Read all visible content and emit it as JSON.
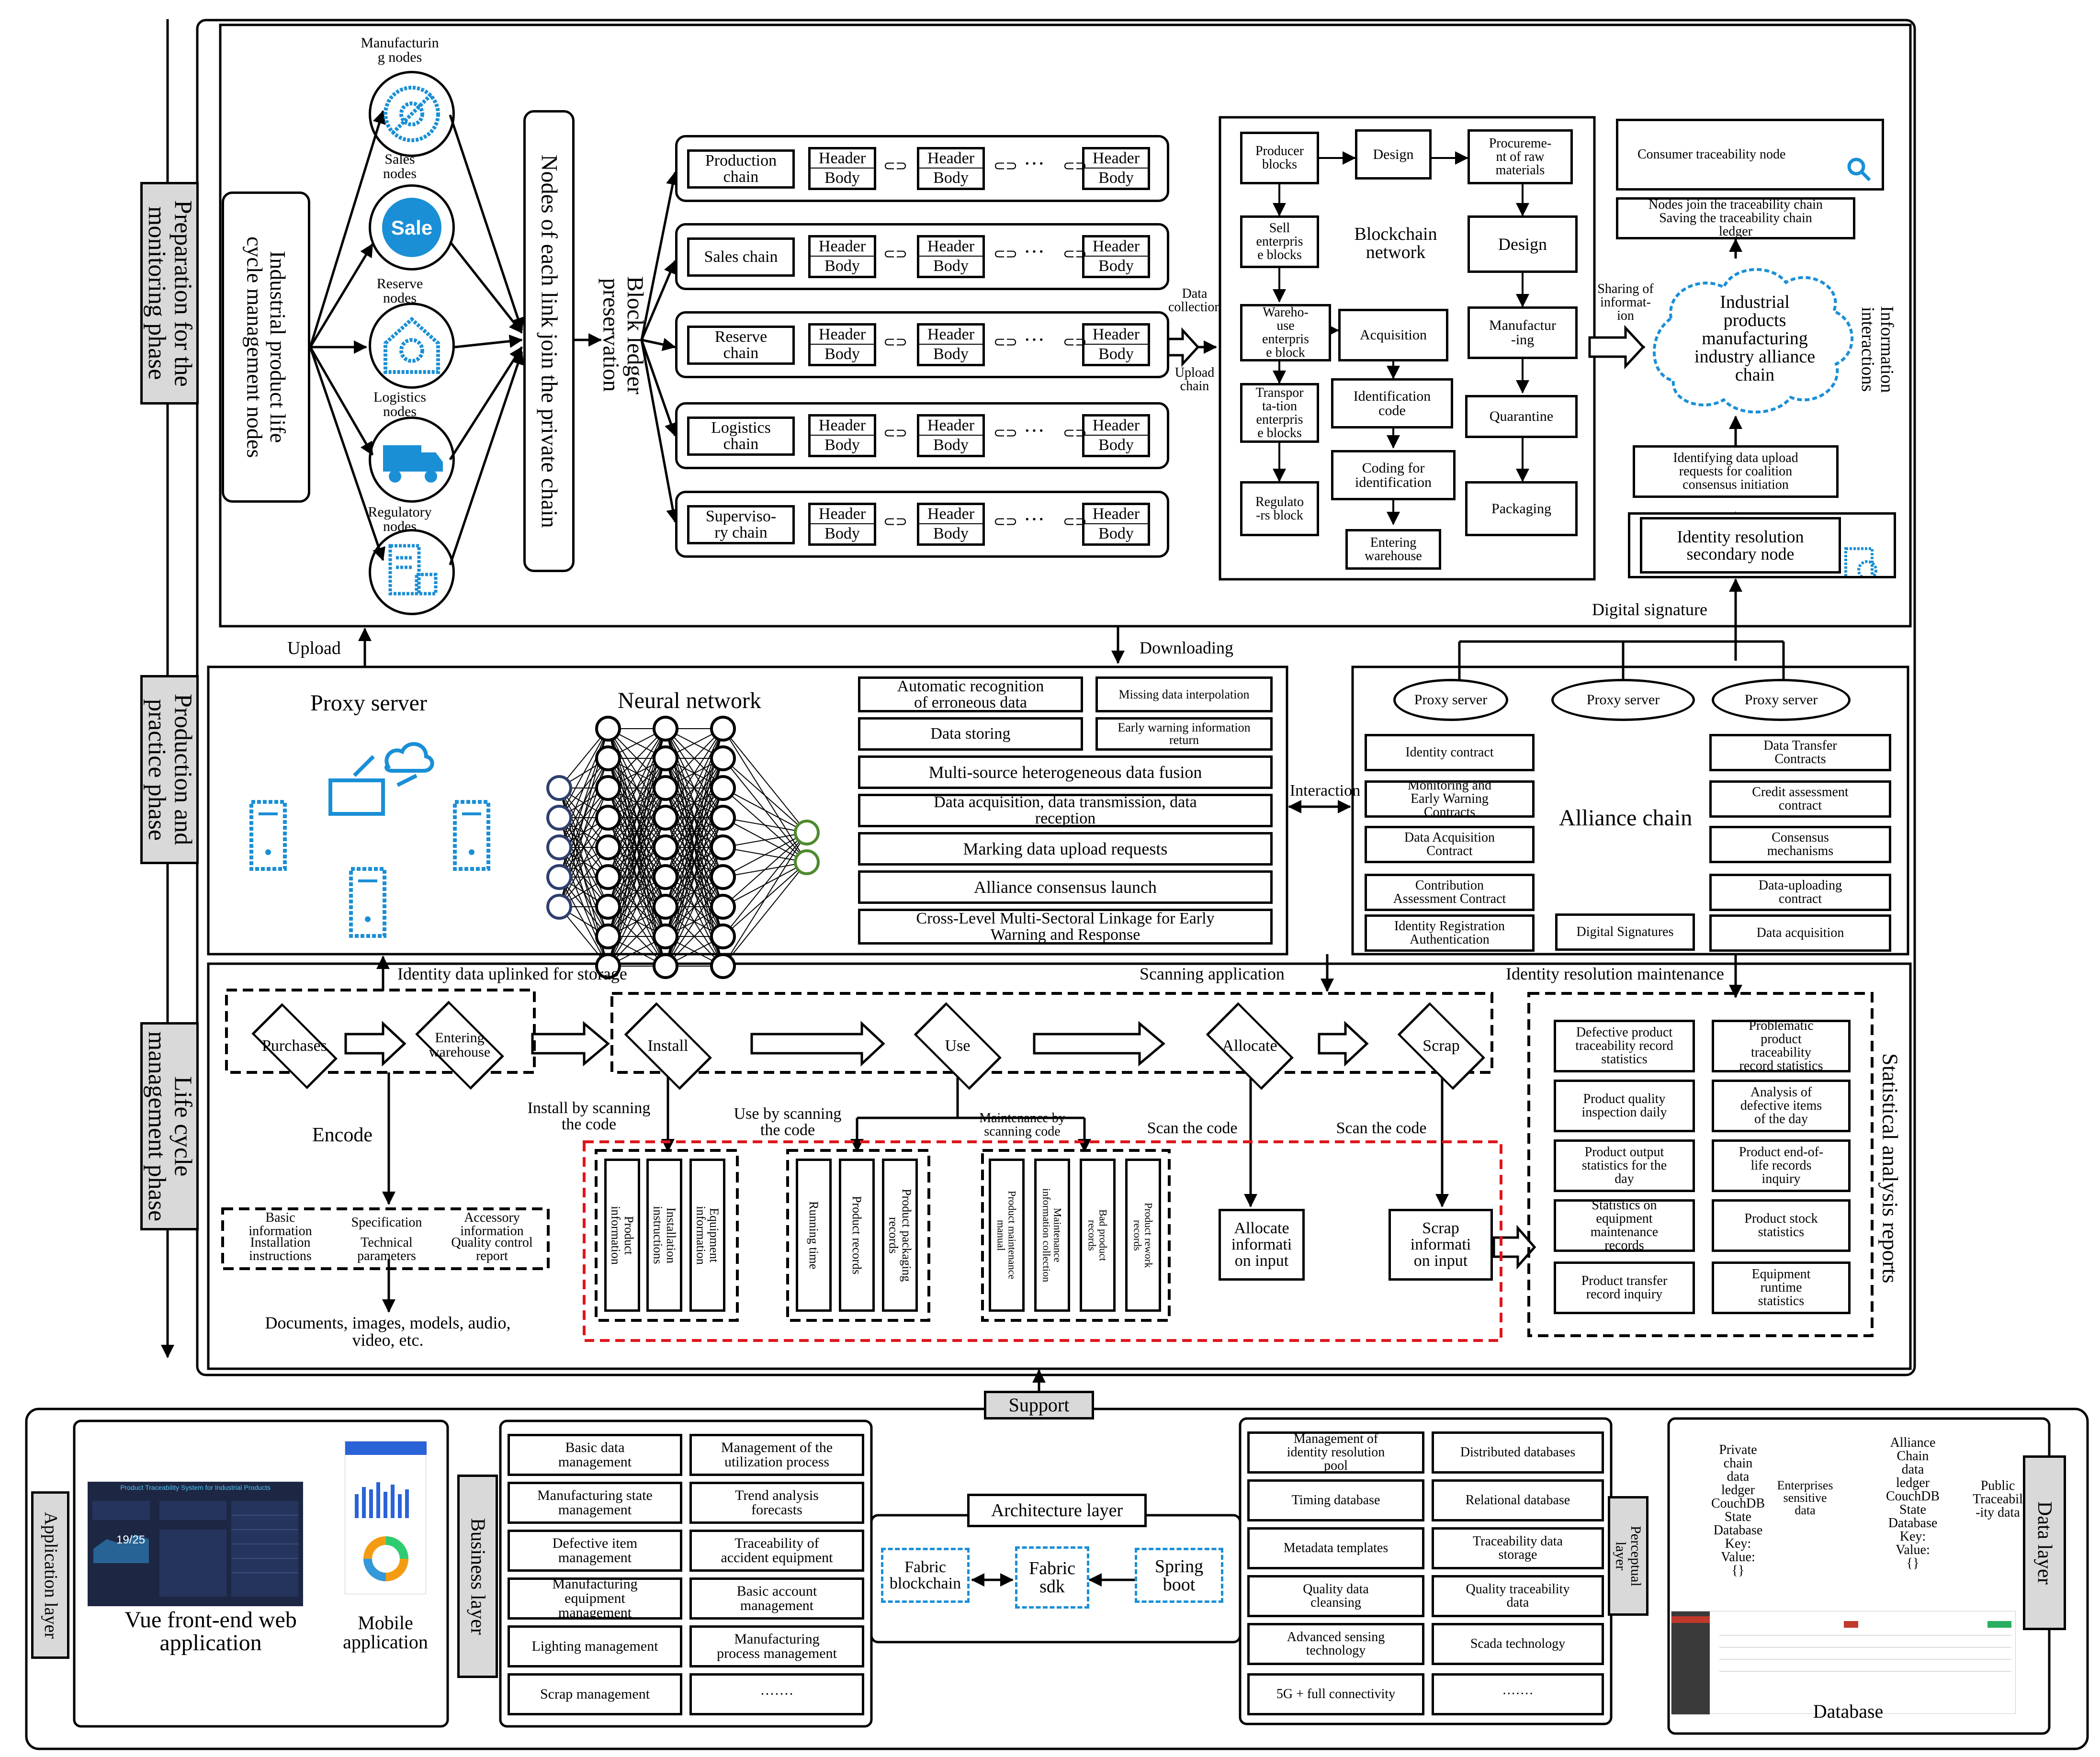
{
  "phases": {
    "p1": "Preparation for the\nmonitoring phase",
    "p2": "Production and\npractice phase",
    "p3": "Life cycle\nmanagement phase"
  },
  "top": {
    "lifecycle_nodes": "Industrial product life\ncycle management nodes",
    "node_labels": [
      "Manufacturin\ng nodes",
      "Sales\nnodes",
      "Reserve\nnodes",
      "Logistics\nnodes",
      "Regulatory\nnodes"
    ],
    "sale_text": "Sale",
    "join_private": "Nodes of each link join the private chain",
    "block_ledger": "Block ledger\npreservation",
    "chains": [
      "Production\nchain",
      "Sales chain",
      "Reserve\nchain",
      "Logistics\nchain",
      "Superviso-\nry chain"
    ],
    "header": "Header",
    "body": "Body",
    "dots": "···",
    "data_collection": "Data\ncollection",
    "upload_chain": "Upload\nchain",
    "bc_producer": "Producer\nblocks",
    "bc_design1": "Design",
    "bc_procure": "Procureme-\nnt of raw\nmaterials",
    "bc_sell": "Sell\nenterpris\ne blocks",
    "bc_network": "Blockchain\nnetwork",
    "bc_design2": "Design",
    "bc_warehouse": "Wareho-\nuse\nenterpris\ne block",
    "bc_acquisition": "Acquisition",
    "bc_manufacturing": "Manufactur\n-ing",
    "bc_transport": "Transpor\nta-tion\nenterpris\ne blocks",
    "bc_idcode": "Identification\ncode",
    "bc_quarantine": "Quarantine",
    "bc_regulators": "Regulato\n-rs block",
    "bc_coding": "Coding for\nidentification",
    "bc_packaging": "Packaging",
    "bc_entering": "Entering\nwarehouse",
    "sharing": "Sharing of\ninformat-\nion",
    "consumer_node": "Consumer traceability node",
    "nodes_join": "Nodes join the traceability chain\nSaving the traceability chain\nledger",
    "cloud": "Industrial\nproducts\nmanufacturing\nindustry alliance\nchain",
    "info_interactions": "Information\ninteractions",
    "identifying_requests": "Identifying data upload\nrequests for coalition\nconsensus initiation",
    "id_secondary": "Identity resolution\nsecondary node"
  },
  "middle": {
    "upload": "Upload",
    "downloading": "Downloading",
    "digital_signature": "Digital signature",
    "proxy_server": "Proxy server",
    "neural_network": "Neural network",
    "functions": {
      "auto_recog": "Automatic recognition\nof erroneous data",
      "missing": "Missing data interpolation",
      "storing": "Data storing",
      "early_return": "Early warning information\nreturn",
      "fusion": "Multi-source heterogeneous data fusion",
      "acq_trans": "Data acquisition, data transmission, data\nreception",
      "marking": "Marking data upload requests",
      "consensus": "Alliance consensus launch",
      "cross_level": "Cross-Level Multi-Sectoral Linkage for Early\nWarning and Response"
    },
    "interaction": "Interaction",
    "alliance_proxy": [
      "Proxy server",
      "Proxy server",
      "Proxy server"
    ],
    "alliance_chain": "Alliance chain",
    "contracts_left": [
      "Identity contract",
      "Monitoring and\nEarly Warning\nContracts",
      "Data Acquisition\nContract",
      "Contribution\nAssessment Contract",
      "Identity Registration\nAuthentication"
    ],
    "contracts_right": [
      "Data Transfer\nContracts",
      "Credit assessment\ncontract",
      "Consensus\nmechanisms",
      "Data-uploading\ncontract",
      "Data acquisition"
    ],
    "digital_signatures": "Digital Signatures",
    "identity_uplinked": "Identity data uplinked for storage",
    "scanning_app": "Scanning application",
    "id_maintenance": "Identity resolution maintenance"
  },
  "lifecycle": {
    "purchases": "Purchases",
    "entering": "Entering\nwarehouse",
    "install": "Install",
    "use": "Use",
    "allocate": "Allocate",
    "scrap": "Scrap",
    "encode": "Encode",
    "install_scan": "Install by scanning\nthe code",
    "use_scan": "Use by scanning\nthe code",
    "maint_scan": "Maintenance by\nscanning code",
    "scan_code1": "Scan the code",
    "scan_code2": "Scan the code",
    "encode_info": [
      "Basic\ninformation",
      "Specification",
      "Accessory\ninformation",
      "Installation\ninstructions",
      "Technical\nparameters",
      "Quality control\nreport"
    ],
    "documents": "Documents, images, models, audio,\nvideo, etc.",
    "install_cols": [
      "Product\ninformation",
      "Installation\ninstructions",
      "Equipment\ninformation"
    ],
    "use_cols": [
      "Running time",
      "Product records",
      "Product packaging\nrecords"
    ],
    "maint_cols": [
      "Product maintenance\nmanual",
      "Maintenance\ninformation collection",
      "Bad product\nrecords",
      "Product rework\nrecords"
    ],
    "allocate_input": "Allocate\ninformati\non input",
    "scrap_input": "Scrap\ninformati\non input",
    "stat_title": "Statistical analysis reports",
    "stats": [
      "Defective product\ntraceability record\nstatistics",
      "Problematic\nproduct\ntraceability\nrecord statistics",
      "Product quality\ninspection daily",
      "Analysis of\ndefective items\nof the day",
      "Product output\nstatistics for the\nday",
      "Product end-of-\nlife records\ninquiry",
      "Statistics on\nequipment\nmaintenance\nrecords",
      "Product stock\nstatistics",
      "Product transfer\nrecord inquiry",
      "Equipment\nruntime\nstatistics"
    ]
  },
  "bottom": {
    "support": "Support",
    "application_layer": "Application layer",
    "vue_app": "Vue front-end web\napplication",
    "mobile_app": "Mobile\napplication",
    "screen_title": "Product Traceability System for Industrial Products",
    "screen_value": "19/25",
    "business_layer": "Business layer",
    "business_left": [
      "Basic data\nmanagement",
      "Manufacturing state\nmanagement",
      "Defective item\nmanagement",
      "Manufacturing\nequipment\nmanagement",
      "Lighting management",
      "Scrap management"
    ],
    "business_right": [
      "Management of the\nutilization process",
      "Trend analysis\nforecasts",
      "Traceability of\naccident equipment",
      "Basic account\nmanagement",
      "Manufacturing\nprocess management",
      "·······"
    ],
    "architecture_layer": "Architecture layer",
    "fabric_blockchain": "Fabric\nblockchain",
    "fabric_sdk": "Fabric\nsdk",
    "spring_boot": "Spring\nboot",
    "perceptual_layer": "Perceptual\nlayer",
    "perceptual_left": [
      "Management of\nidentity resolution\npool",
      "Timing database",
      "Metadata templates",
      "Quality data\ncleansing",
      "Advanced sensing\ntechnology",
      "5G + full connectivity"
    ],
    "perceptual_right": [
      "Distributed databases",
      "Relational database",
      "Traceability data\nstorage",
      "Quality traceability\ndata",
      "Scada technology",
      "·······"
    ],
    "data_layer": "Data layer",
    "private_chain": "Private\nchain\ndata\nledger\nCouchDB\nState\nDatabase\nKey:\nValue:\n{}",
    "enterprises": "Enterprises\nsensitive\ndata",
    "alliance_ledger": "Alliance\nChain\ndata\nledger\nCouchDB\nState\nDatabase\nKey:\nValue:\n{}",
    "public_data": "Public\nTraceabil\n-ity data",
    "database": "Database"
  },
  "colors": {
    "icon_blue": "#1a8fd6",
    "dark_blue": "#2e3e6e",
    "green": "#4e8a2e",
    "red_dash": "#e0151b",
    "grey": "#d9d9d9"
  }
}
